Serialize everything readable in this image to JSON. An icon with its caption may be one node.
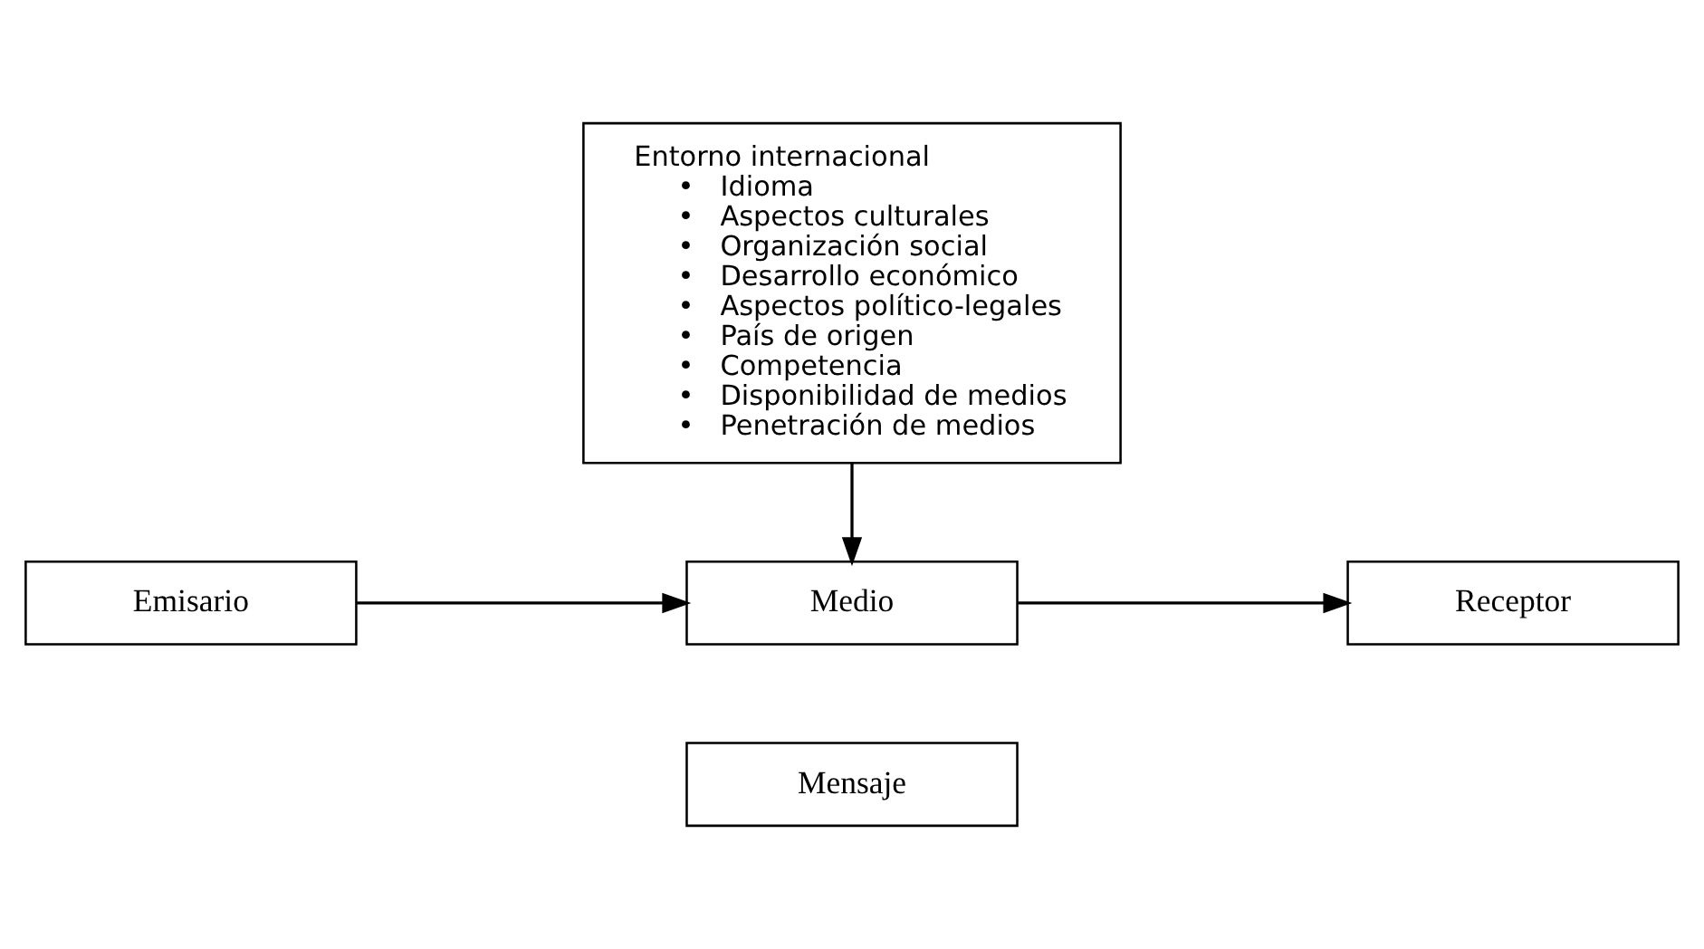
{
  "diagram": {
    "nodes": [
      {
        "text": [
          "Entorno internacional",
          "•   Idioma",
          "•   Aspectos culturales",
          "•   Organización social",
          "•   Desarrollo económico",
          "•   Aspectos político-legales",
          "•   País de origen",
          "•   Competencia",
          "•   Disponibilidad de medios",
          "•   Penetración de medios"
        ]
      },
      {
        "text": [
          "Emisario"
        ]
      },
      {
        "text": [
          "Medio"
        ]
      },
      {
        "text": [
          "Receptor"
        ]
      },
      {
        "text": [
          "Mensaje"
        ]
      }
    ],
    "edges": [
      {
        "from": 0,
        "to": 2,
        "arrow": "to"
      },
      {
        "from": 1,
        "to": 2,
        "arrow": "to"
      },
      {
        "from": 2,
        "to": 3,
        "arrow": "to"
      }
    ]
  }
}
